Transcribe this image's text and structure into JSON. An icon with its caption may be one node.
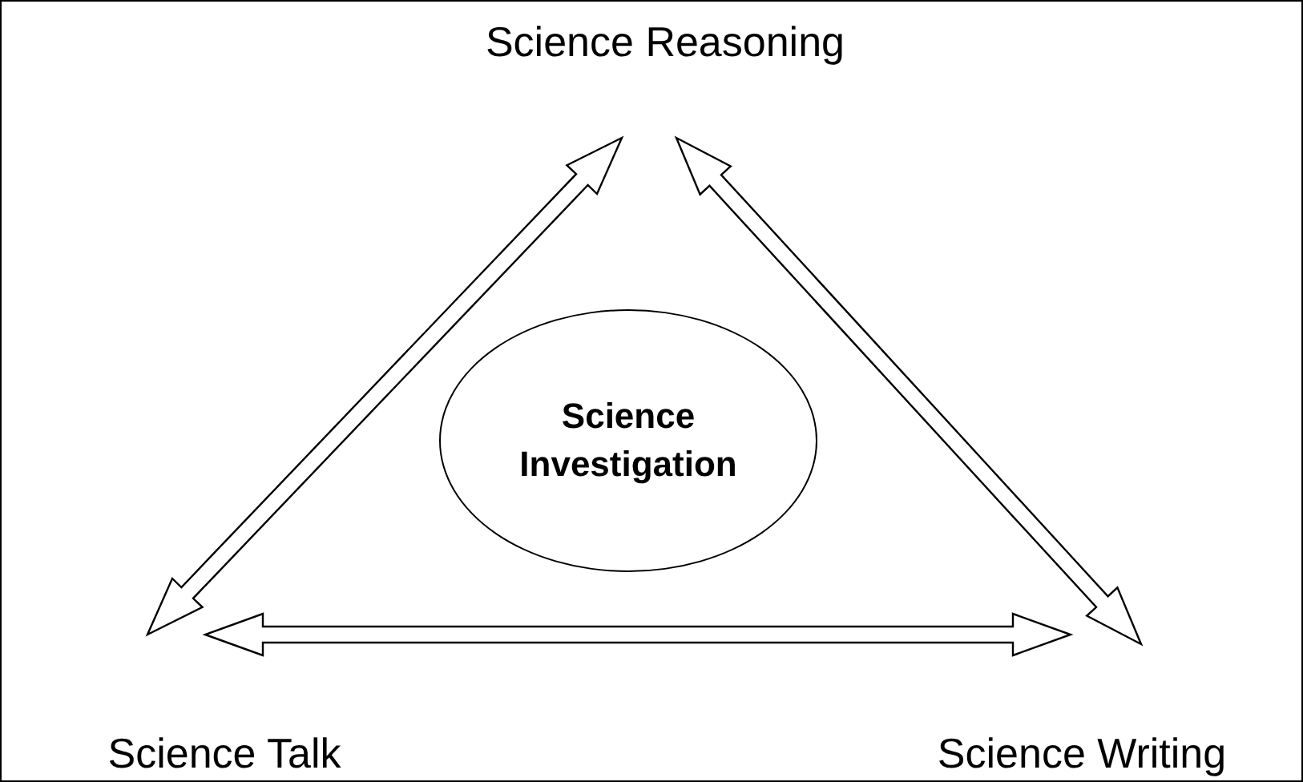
{
  "diagram": {
    "nodes": [
      {
        "text": [
          "Science Reasoning"
        ]
      },
      {
        "text": [
          "Science Investigation"
        ]
      },
      {
        "text": [
          "Science Talk"
        ]
      },
      {
        "text": [
          "Science Writing"
        ]
      }
    ],
    "edges": [
      {
        "from": 0,
        "to": 2,
        "arrow": "both"
      },
      {
        "from": 0,
        "to": 3,
        "arrow": "both"
      },
      {
        "from": 2,
        "to": 3,
        "arrow": "both"
      }
    ]
  }
}
